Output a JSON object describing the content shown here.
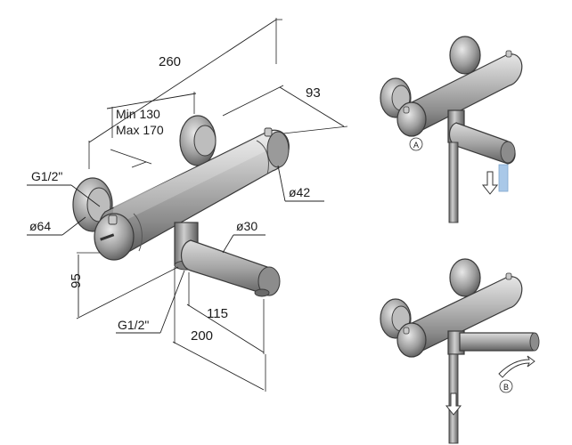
{
  "dimensions": {
    "overall_width": "260",
    "depth": "93",
    "min_centers": "Min 130",
    "max_centers": "Max 170",
    "inlet_thread_top": "G1/2\"",
    "rosette_diameter": "ø64",
    "body_diameter": "ø42",
    "spout_diameter": "ø30",
    "height": "95",
    "outlet_thread": "G1/2\"",
    "spout_projection": "115",
    "spout_length": "200"
  },
  "views": {
    "view_a_label": "A",
    "view_b_label": "B"
  },
  "colors": {
    "metal_light": "#d7d7d7",
    "metal_mid": "#a9a9a9",
    "metal_dark": "#6d6d6d",
    "outline": "#3a3a3a",
    "water_blue": "#a9c8e8"
  },
  "icons": {
    "water_flow": "water-flow-icon",
    "down_arrow": "down-arrow-icon",
    "rotate_arrow": "rotate-arrow-icon"
  }
}
